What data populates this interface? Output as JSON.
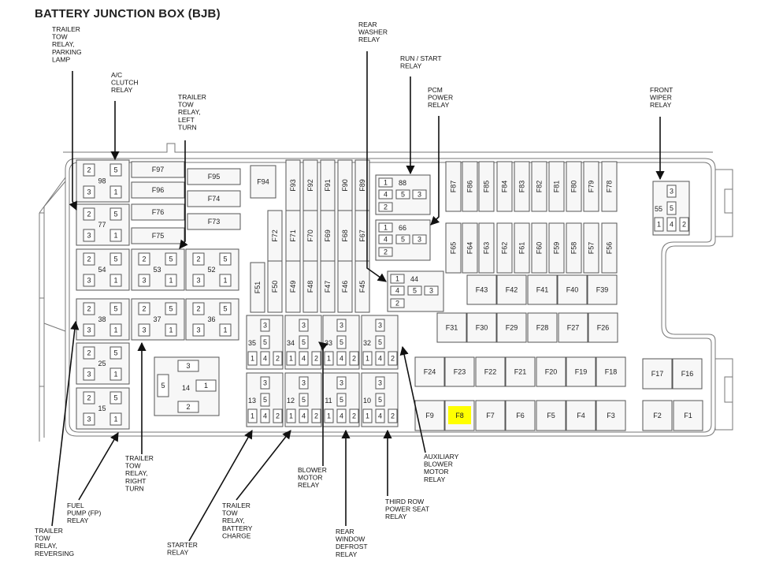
{
  "title": "BATTERY JUNCTION BOX (BJB)",
  "highlight_color": "#ffff00",
  "highlighted_fuse": "F8",
  "fuses": [
    "F97",
    "F96",
    "F76",
    "F75",
    "F95",
    "F74",
    "F73",
    "F94",
    "F93",
    "F92",
    "F91",
    "F90",
    "F89",
    "F72",
    "F71",
    "F70",
    "F69",
    "F68",
    "F67",
    "F51",
    "F50",
    "F49",
    "F48",
    "F47",
    "F46",
    "F45",
    "F87",
    "F86",
    "F85",
    "F84",
    "F83",
    "F82",
    "F81",
    "F80",
    "F79",
    "F78",
    "F65",
    "F64",
    "F63",
    "F62",
    "F61",
    "F60",
    "F59",
    "F58",
    "F57",
    "F56",
    "F43",
    "F42",
    "F41",
    "F40",
    "F39",
    "F31",
    "F30",
    "F29",
    "F28",
    "F27",
    "F26",
    "F24",
    "F23",
    "F22",
    "F21",
    "F20",
    "F19",
    "F18",
    "F9",
    "F8",
    "F7",
    "F6",
    "F5",
    "F4",
    "F3",
    "F17",
    "F16",
    "F2",
    "F1"
  ],
  "relays": [
    {
      "id": "98",
      "type": "square",
      "pins": [
        "2",
        "5",
        "3",
        "1"
      ]
    },
    {
      "id": "77",
      "type": "square",
      "pins": [
        "2",
        "5",
        "3",
        "1"
      ]
    },
    {
      "id": "54",
      "type": "square",
      "pins": [
        "2",
        "5",
        "3",
        "1"
      ]
    },
    {
      "id": "53",
      "type": "square",
      "pins": [
        "2",
        "5",
        "3",
        "1"
      ]
    },
    {
      "id": "52",
      "type": "square",
      "pins": [
        "2",
        "5",
        "3",
        "1"
      ]
    },
    {
      "id": "38",
      "type": "square",
      "pins": [
        "2",
        "5",
        "3",
        "1"
      ]
    },
    {
      "id": "37",
      "type": "square",
      "pins": [
        "2",
        "5",
        "3",
        "1"
      ]
    },
    {
      "id": "36",
      "type": "square",
      "pins": [
        "2",
        "5",
        "3",
        "1"
      ]
    },
    {
      "id": "25",
      "type": "square",
      "pins": [
        "2",
        "5",
        "3",
        "1"
      ]
    },
    {
      "id": "15",
      "type": "square",
      "pins": [
        "2",
        "5",
        "3",
        "1"
      ]
    },
    {
      "id": "14",
      "type": "cross",
      "pins": [
        "3",
        "5",
        "1",
        "2"
      ]
    },
    {
      "id": "35",
      "type": "tall",
      "pins": [
        "3",
        "5",
        "1",
        "4",
        "2"
      ]
    },
    {
      "id": "34",
      "type": "tall",
      "pins": [
        "3",
        "5",
        "1",
        "4",
        "2"
      ]
    },
    {
      "id": "33",
      "type": "tall",
      "pins": [
        "3",
        "5",
        "1",
        "4",
        "2"
      ]
    },
    {
      "id": "32",
      "type": "tall",
      "pins": [
        "3",
        "5",
        "1",
        "4",
        "2"
      ]
    },
    {
      "id": "13",
      "type": "tall",
      "pins": [
        "3",
        "5",
        "1",
        "4",
        "2"
      ]
    },
    {
      "id": "12",
      "type": "tall",
      "pins": [
        "3",
        "5",
        "1",
        "4",
        "2"
      ]
    },
    {
      "id": "11",
      "type": "tall",
      "pins": [
        "3",
        "5",
        "1",
        "4",
        "2"
      ]
    },
    {
      "id": "10",
      "type": "tall",
      "pins": [
        "3",
        "5",
        "1",
        "4",
        "2"
      ]
    },
    {
      "id": "55",
      "type": "tall",
      "pins": [
        "3",
        "5",
        "1",
        "4",
        "2"
      ]
    },
    {
      "id": "88",
      "type": "wide",
      "pins": [
        "1",
        "4",
        "5",
        "3",
        "2"
      ]
    },
    {
      "id": "66",
      "type": "wide",
      "pins": [
        "1",
        "4",
        "5",
        "3",
        "2"
      ]
    },
    {
      "id": "44",
      "type": "wide",
      "pins": [
        "1",
        "4",
        "5",
        "3",
        "2"
      ]
    }
  ],
  "callouts": [
    {
      "key": "tt-parking",
      "lines": [
        "TRAILER",
        "TOW",
        "RELAY,",
        "PARKING",
        "LAMP"
      ]
    },
    {
      "key": "ac-clutch",
      "lines": [
        "A/C",
        "CLUTCH",
        "RELAY"
      ]
    },
    {
      "key": "tt-left",
      "lines": [
        "TRAILER",
        "TOW",
        "RELAY,",
        "LEFT",
        "TURN"
      ]
    },
    {
      "key": "rear-washer",
      "lines": [
        "REAR",
        "WASHER",
        "RELAY"
      ]
    },
    {
      "key": "run-start",
      "lines": [
        "RUN / START",
        "RELAY"
      ]
    },
    {
      "key": "pcm-power",
      "lines": [
        "PCM",
        "POWER",
        "RELAY"
      ]
    },
    {
      "key": "front-wiper",
      "lines": [
        "FRONT",
        "WIPER",
        "RELAY"
      ]
    },
    {
      "key": "tt-reversing",
      "lines": [
        "TRAILER",
        "TOW",
        "RELAY,",
        "REVERSING"
      ]
    },
    {
      "key": "fuel-pump",
      "lines": [
        "FUEL",
        "PUMP (FP)",
        "RELAY"
      ]
    },
    {
      "key": "tt-right",
      "lines": [
        "TRAILER",
        "TOW",
        "RELAY,",
        "RIGHT",
        "TURN"
      ]
    },
    {
      "key": "starter",
      "lines": [
        "STARTER",
        "RELAY"
      ]
    },
    {
      "key": "tt-battery",
      "lines": [
        "TRAILER",
        "TOW",
        "RELAY,",
        "BATTERY",
        "CHARGE"
      ]
    },
    {
      "key": "blower",
      "lines": [
        "BLOWER",
        "MOTOR",
        "RELAY"
      ]
    },
    {
      "key": "rear-defrost",
      "lines": [
        "REAR",
        "WINDOW",
        "DEFROST",
        "RELAY"
      ]
    },
    {
      "key": "third-row",
      "lines": [
        "THIRD ROW",
        "POWER SEAT",
        "RELAY"
      ]
    },
    {
      "key": "aux-blower",
      "lines": [
        "AUXILIARY",
        "BLOWER",
        "MOTOR",
        "RELAY"
      ]
    }
  ]
}
